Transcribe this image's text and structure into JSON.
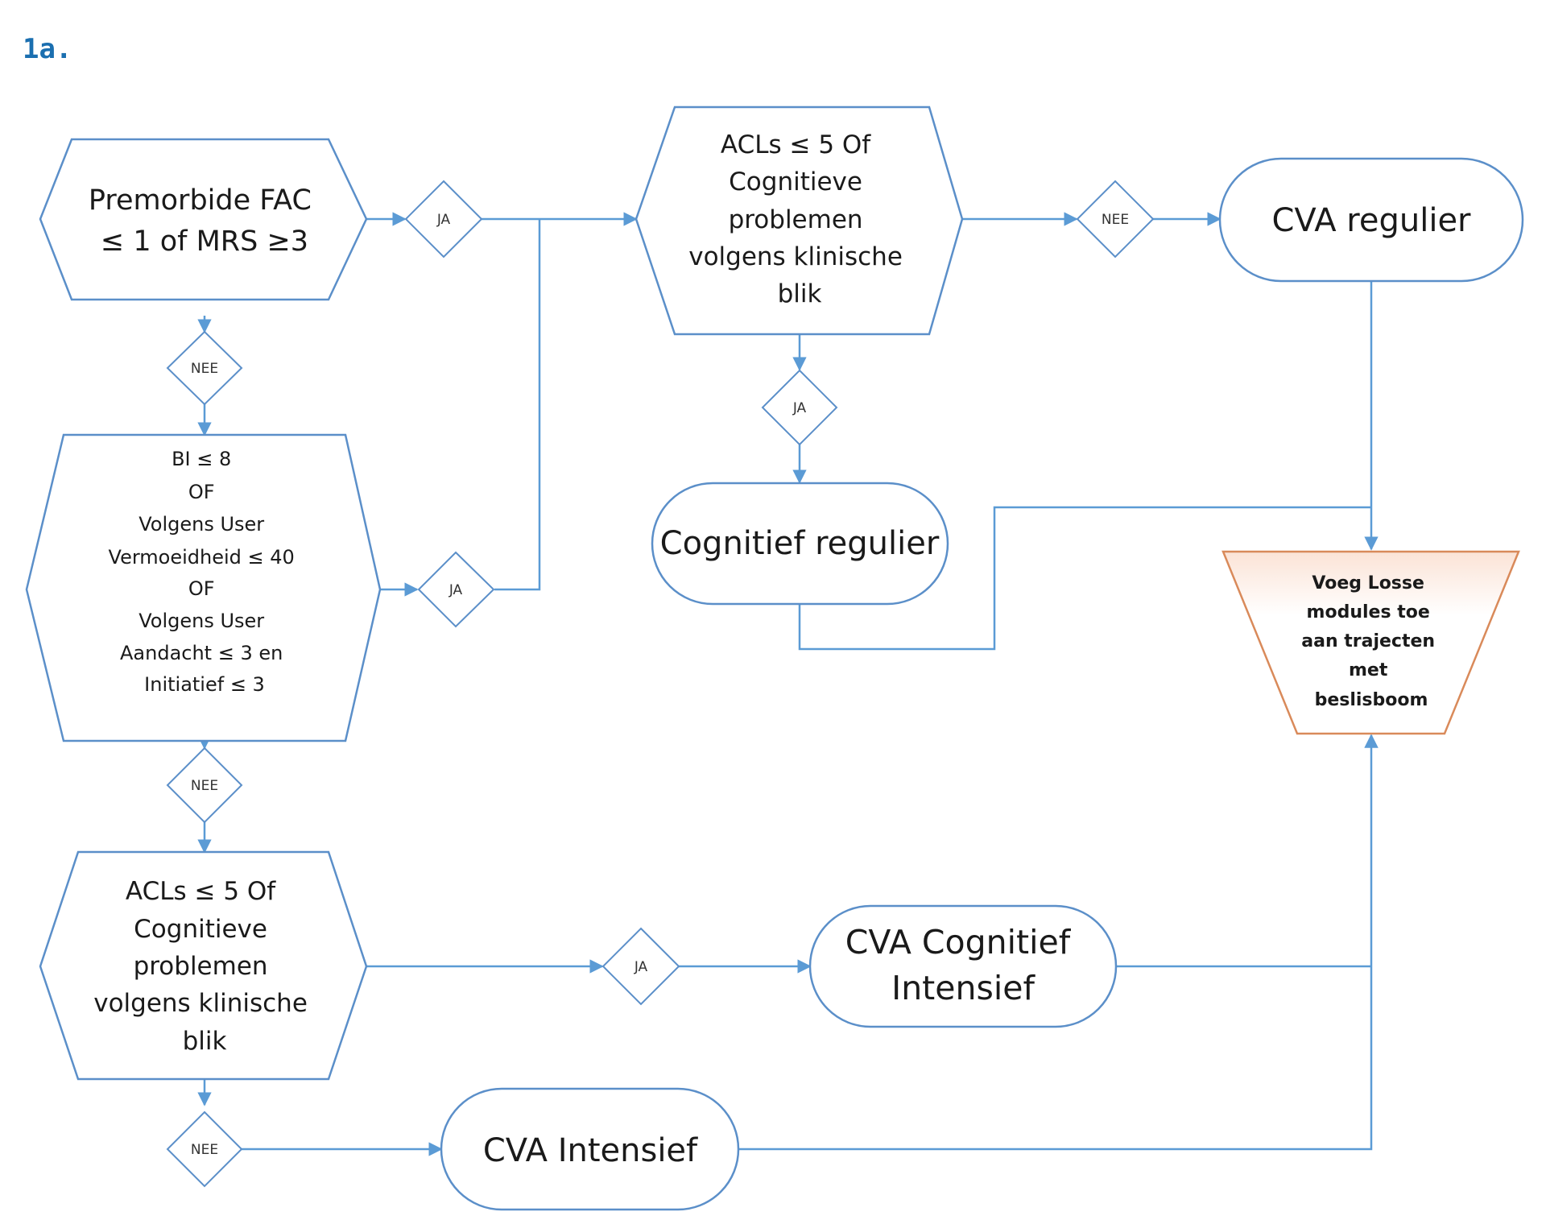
{
  "figure_label": "1a.",
  "nodes": {
    "premorbide": {
      "lines": [
        "Premorbide FAC",
        "≤ 1 of MRS ≥3"
      ]
    },
    "bi": {
      "lines": [
        "BI ≤ 8",
        "OF",
        "Volgens User",
        "Vermoeidheid ≤ 40",
        "OF",
        "Volgens User",
        "Aandacht ≤ 3 en",
        "Initiatief ≤ 3"
      ]
    },
    "acls_top": {
      "lines": [
        "ACLs ≤ 5 Of",
        "Cognitieve",
        "problemen",
        "volgens klinische",
        "blik"
      ]
    },
    "acls_bottom": {
      "lines": [
        "ACLs ≤ 5 Of",
        "Cognitieve",
        "problemen",
        "volgens klinische",
        "blik"
      ]
    },
    "cva_regulier": {
      "lines": [
        "CVA regulier"
      ]
    },
    "cognitief_regulier": {
      "lines": [
        "Cognitief regulier"
      ]
    },
    "cva_cognitief_intensief": {
      "lines": [
        "CVA Cognitief",
        "Intensief"
      ]
    },
    "cva_intensief": {
      "lines": [
        "CVA Intensief"
      ]
    },
    "losse_modules": {
      "lines": [
        "Voeg Losse",
        "modules toe",
        "aan trajecten",
        "met",
        "beslisboom"
      ]
    }
  },
  "decisions": {
    "d1": "JA",
    "d2": "NEE",
    "d3": "JA",
    "d4": "NEE",
    "d5": "NEE",
    "d6": "JA",
    "d7": "JA",
    "d8": "NEE"
  },
  "colors": {
    "shape_stroke": "#5b8fc9",
    "connector": "#5b9bd5",
    "highlight_stroke": "#d98a5a",
    "label": "#1b6fb0"
  }
}
